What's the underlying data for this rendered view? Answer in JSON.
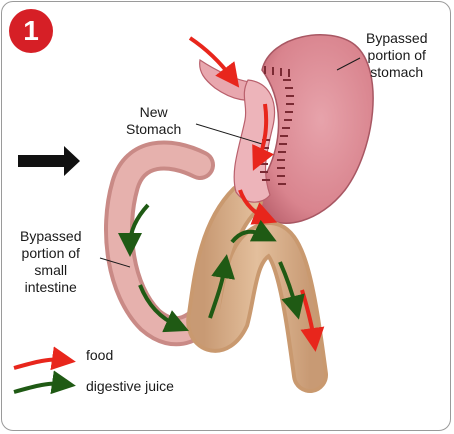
{
  "figure_number": "1",
  "labels": {
    "bypassed_stomach": [
      "Bypassed",
      "portion of",
      "stomach"
    ],
    "new_stomach": [
      "New",
      "Stomach"
    ],
    "bypassed_intestine": [
      "Bypassed",
      "portion of",
      "small",
      "intestine"
    ]
  },
  "legend": {
    "food": "food",
    "digestive_juice": "digestive juice"
  },
  "colors": {
    "badge": "#d61f26",
    "food_arrow": "#e8261c",
    "juice_arrow": "#1f5a14",
    "stomach": "#d9848e",
    "intestine": "#e2a9a5",
    "limb": "#d9b08a",
    "staple": "#7a2a33"
  }
}
